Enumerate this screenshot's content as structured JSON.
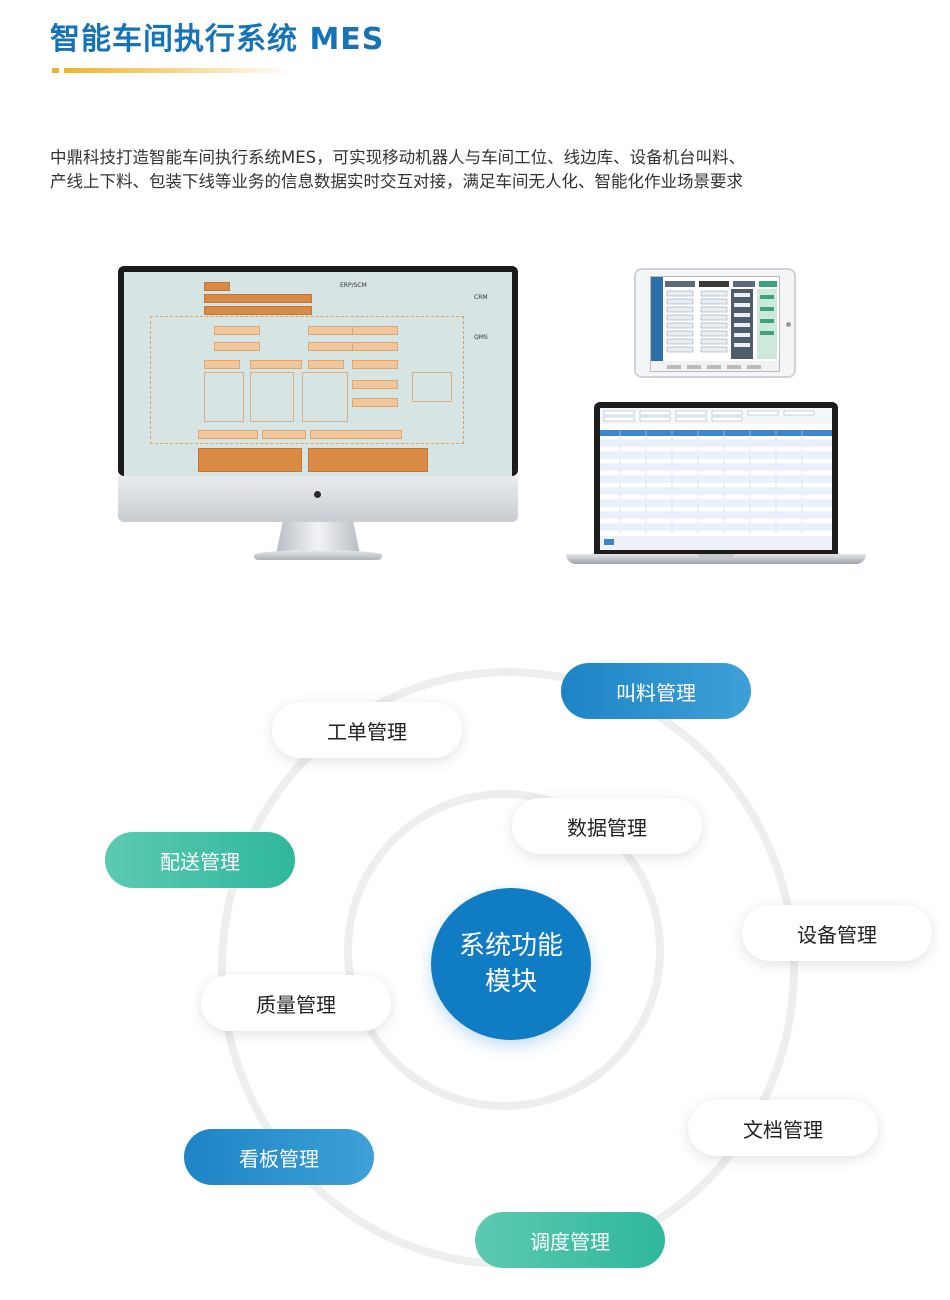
{
  "header": {
    "title": "智能车间执行系统 MES"
  },
  "intro": {
    "line1": "中鼎科技打造智能车间执行系统MES，可实现移动机器人与车间工位、线边库、设备机台叫料、",
    "line2": "产线上下料、包装下线等业务的信息数据实时交互对接，满足车间无人化、智能化作业场景要求"
  },
  "screenshot_labels": {
    "erp_scm": "ERP/SCM",
    "crm": "CRM",
    "qms": "QMS"
  },
  "modules": {
    "center": {
      "line1": "系统功能",
      "line2": "模块"
    },
    "items": [
      {
        "label": "叫料管理",
        "style": "blue"
      },
      {
        "label": "工单管理",
        "style": "white"
      },
      {
        "label": "数据管理",
        "style": "white"
      },
      {
        "label": "配送管理",
        "style": "green"
      },
      {
        "label": "设备管理",
        "style": "white"
      },
      {
        "label": "质量管理",
        "style": "white"
      },
      {
        "label": "文档管理",
        "style": "white"
      },
      {
        "label": "看板管理",
        "style": "blue"
      },
      {
        "label": "调度管理",
        "style": "green"
      }
    ]
  },
  "colors": {
    "title_blue": "#1673b8",
    "accent_gold": "#f0b429",
    "center_blue": "#0f7cc4",
    "pill_blue": "#1d84c6",
    "pill_green": "#2fb79c"
  }
}
